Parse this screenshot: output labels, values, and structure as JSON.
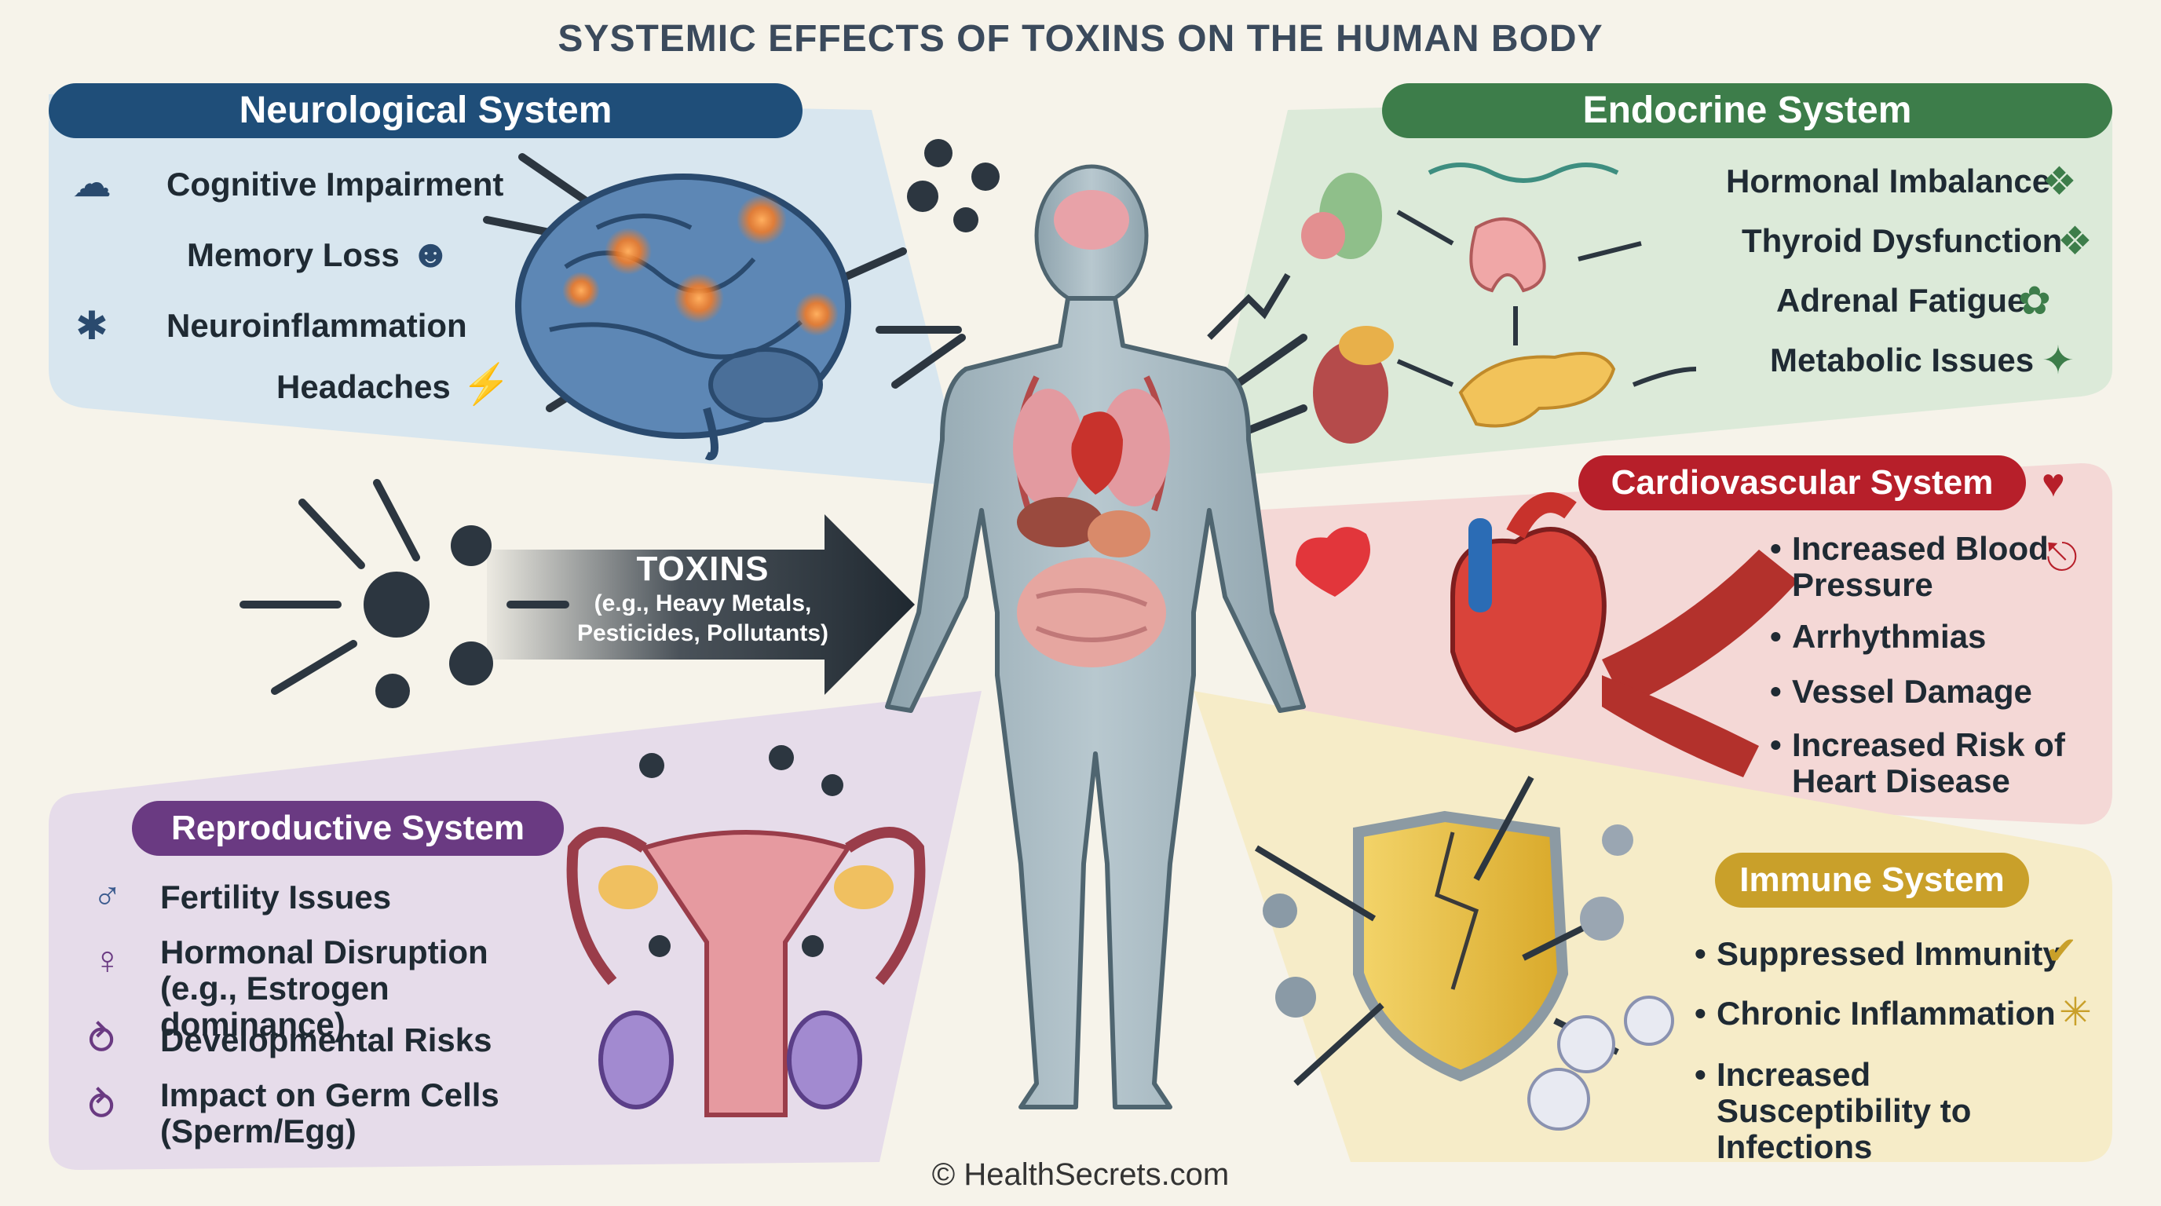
{
  "title": "SYSTEMIC EFFECTS OF TOXINS ON THE HUMAN BODY",
  "footer": "© HealthSecrets.com",
  "colors": {
    "neuro": "#1f4e79",
    "endocrine": "#3d7d4a",
    "cardio": "#b71f2a",
    "reproductive": "#6a3a82",
    "immune": "#c9a02a",
    "toxin": "#2c3640"
  },
  "toxins": {
    "heading": "TOXINS",
    "line1": "(e.g., Heavy Metals,",
    "line2": "Pesticides, Pollutants)"
  },
  "neuro": {
    "title": "Neurological System",
    "items": [
      "Cognitive Impairment",
      "Memory Loss",
      "Neuroinflammation",
      "Headaches"
    ],
    "icons": [
      "thought-bubble-icon",
      "head-brain-icon",
      "neuron-icon",
      "headache-icon"
    ]
  },
  "endocrine": {
    "title": "Endocrine System",
    "items": [
      "Hormonal Imbalance",
      "Thyroid Dysfunction",
      "Adrenal Fatigue",
      "Metabolic Issues"
    ]
  },
  "cardio": {
    "title": "Cardiovascular System",
    "items": [
      "Increased Blood Pressure",
      "Arrhythmias",
      "Vessel Damage",
      "Increased Risk of Heart Disease"
    ]
  },
  "reproductive": {
    "title": "Reproductive System",
    "items": [
      "Fertility Issues",
      "Hormonal Disruption (e.g., Estrogen dominance)",
      "Developmental Risks",
      "Impact on Germ Cells (Sperm/Egg)"
    ]
  },
  "immune": {
    "title": "Immune System",
    "items": [
      "Suppressed Immunity",
      "Chronic Inflammation",
      "Increased Susceptibility to Infections"
    ]
  }
}
